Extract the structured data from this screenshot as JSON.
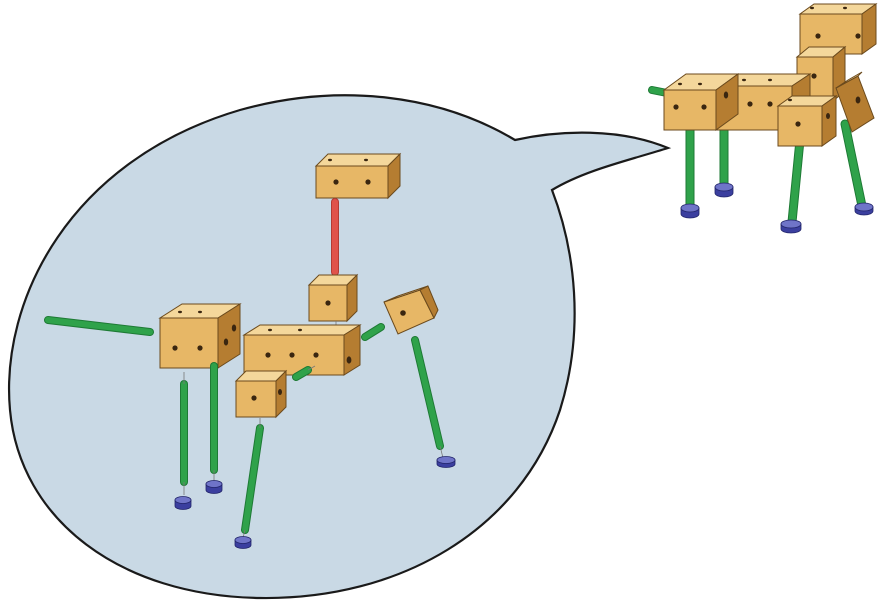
{
  "colors": {
    "background": "#ffffff",
    "bubble_fill": "#c9d9e5",
    "bubble_stroke": "#1a1a1a",
    "block_top": "#f4d79b",
    "block_front": "#e7b766",
    "block_side": "#b57d31",
    "block_edge": "#6b4a1d",
    "block_hole": "#3a2610",
    "green_rod": "#2fa24a",
    "green_rod_dark": "#1e7a35",
    "red_rod": "#e0524a",
    "red_rod_dark": "#b33b35",
    "blue_foot": "#3b3f9f",
    "blue_foot_top": "#6f74c8"
  },
  "figure": {
    "exploded_view": {
      "label": "exploded-animal-model",
      "parts": [
        {
          "kind": "block",
          "name": "head-block"
        },
        {
          "kind": "rod",
          "name": "neck-rod",
          "color": "red"
        },
        {
          "kind": "block",
          "name": "neck-block"
        },
        {
          "kind": "block",
          "name": "body-front-block"
        },
        {
          "kind": "block",
          "name": "body-long-block"
        },
        {
          "kind": "block",
          "name": "hip-block-left"
        },
        {
          "kind": "block",
          "name": "hip-block-right"
        },
        {
          "kind": "rod",
          "name": "tail-rod",
          "color": "green"
        },
        {
          "kind": "rod",
          "name": "leg-rod",
          "color": "green",
          "count": 4
        },
        {
          "kind": "foot",
          "name": "foot",
          "color": "blue",
          "count": 4
        }
      ]
    },
    "assembled_view": {
      "label": "assembled-animal-model"
    }
  }
}
